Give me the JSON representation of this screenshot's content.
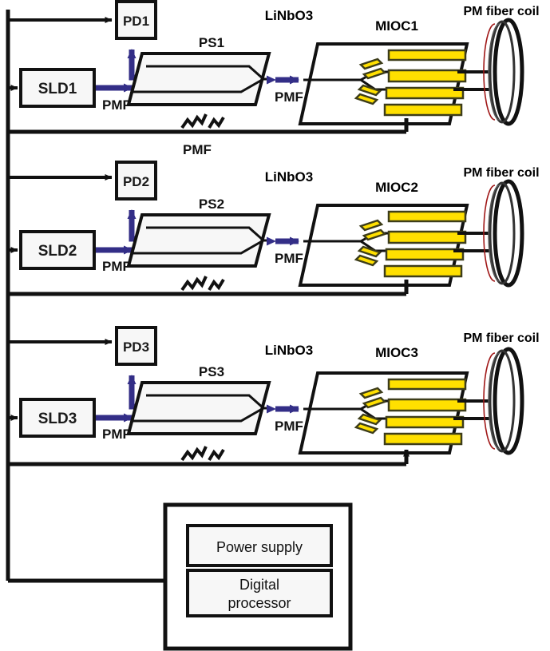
{
  "diagram": {
    "title": "Three-axis interferometric fiber optic gyroscope block diagram",
    "colors": {
      "line": "#111111",
      "optical_arrow": "#332e87",
      "electrode": "#ffe000",
      "electrode_outline": "#3d3d1a",
      "coil_accent": "#a01818",
      "box_fill": "#f7f7f7",
      "background": "#ffffff"
    },
    "channels": [
      {
        "id": "channel-1",
        "detector": "PD1",
        "source": "SLD1",
        "phase_shifter": "PS1",
        "modulator": "MIOC1",
        "substrate": "LiNbO3",
        "coil": "PM fiber coil",
        "fiber_in": "PMF",
        "fiber_mid": "PMF",
        "fiber_bus": "PMF"
      },
      {
        "id": "channel-2",
        "detector": "PD2",
        "source": "SLD2",
        "phase_shifter": "PS2",
        "modulator": "MIOC2",
        "substrate": "LiNbO3",
        "coil": "PM fiber coil",
        "fiber_in": "PMF",
        "fiber_mid": "PMF",
        "fiber_bus": "PMF"
      },
      {
        "id": "channel-3",
        "detector": "PD3",
        "source": "SLD3",
        "phase_shifter": "PS3",
        "modulator": "MIOC3",
        "substrate": "LiNbO3",
        "coil": "PM fiber coil",
        "fiber_in": "PMF",
        "fiber_mid": "PMF",
        "fiber_bus": "PMF"
      }
    ],
    "electronics": {
      "power_supply": "Power supply",
      "digital_processor": "Digital\nprocessor",
      "digital_processor_line1": "Digital",
      "digital_processor_line2": "processor"
    }
  }
}
